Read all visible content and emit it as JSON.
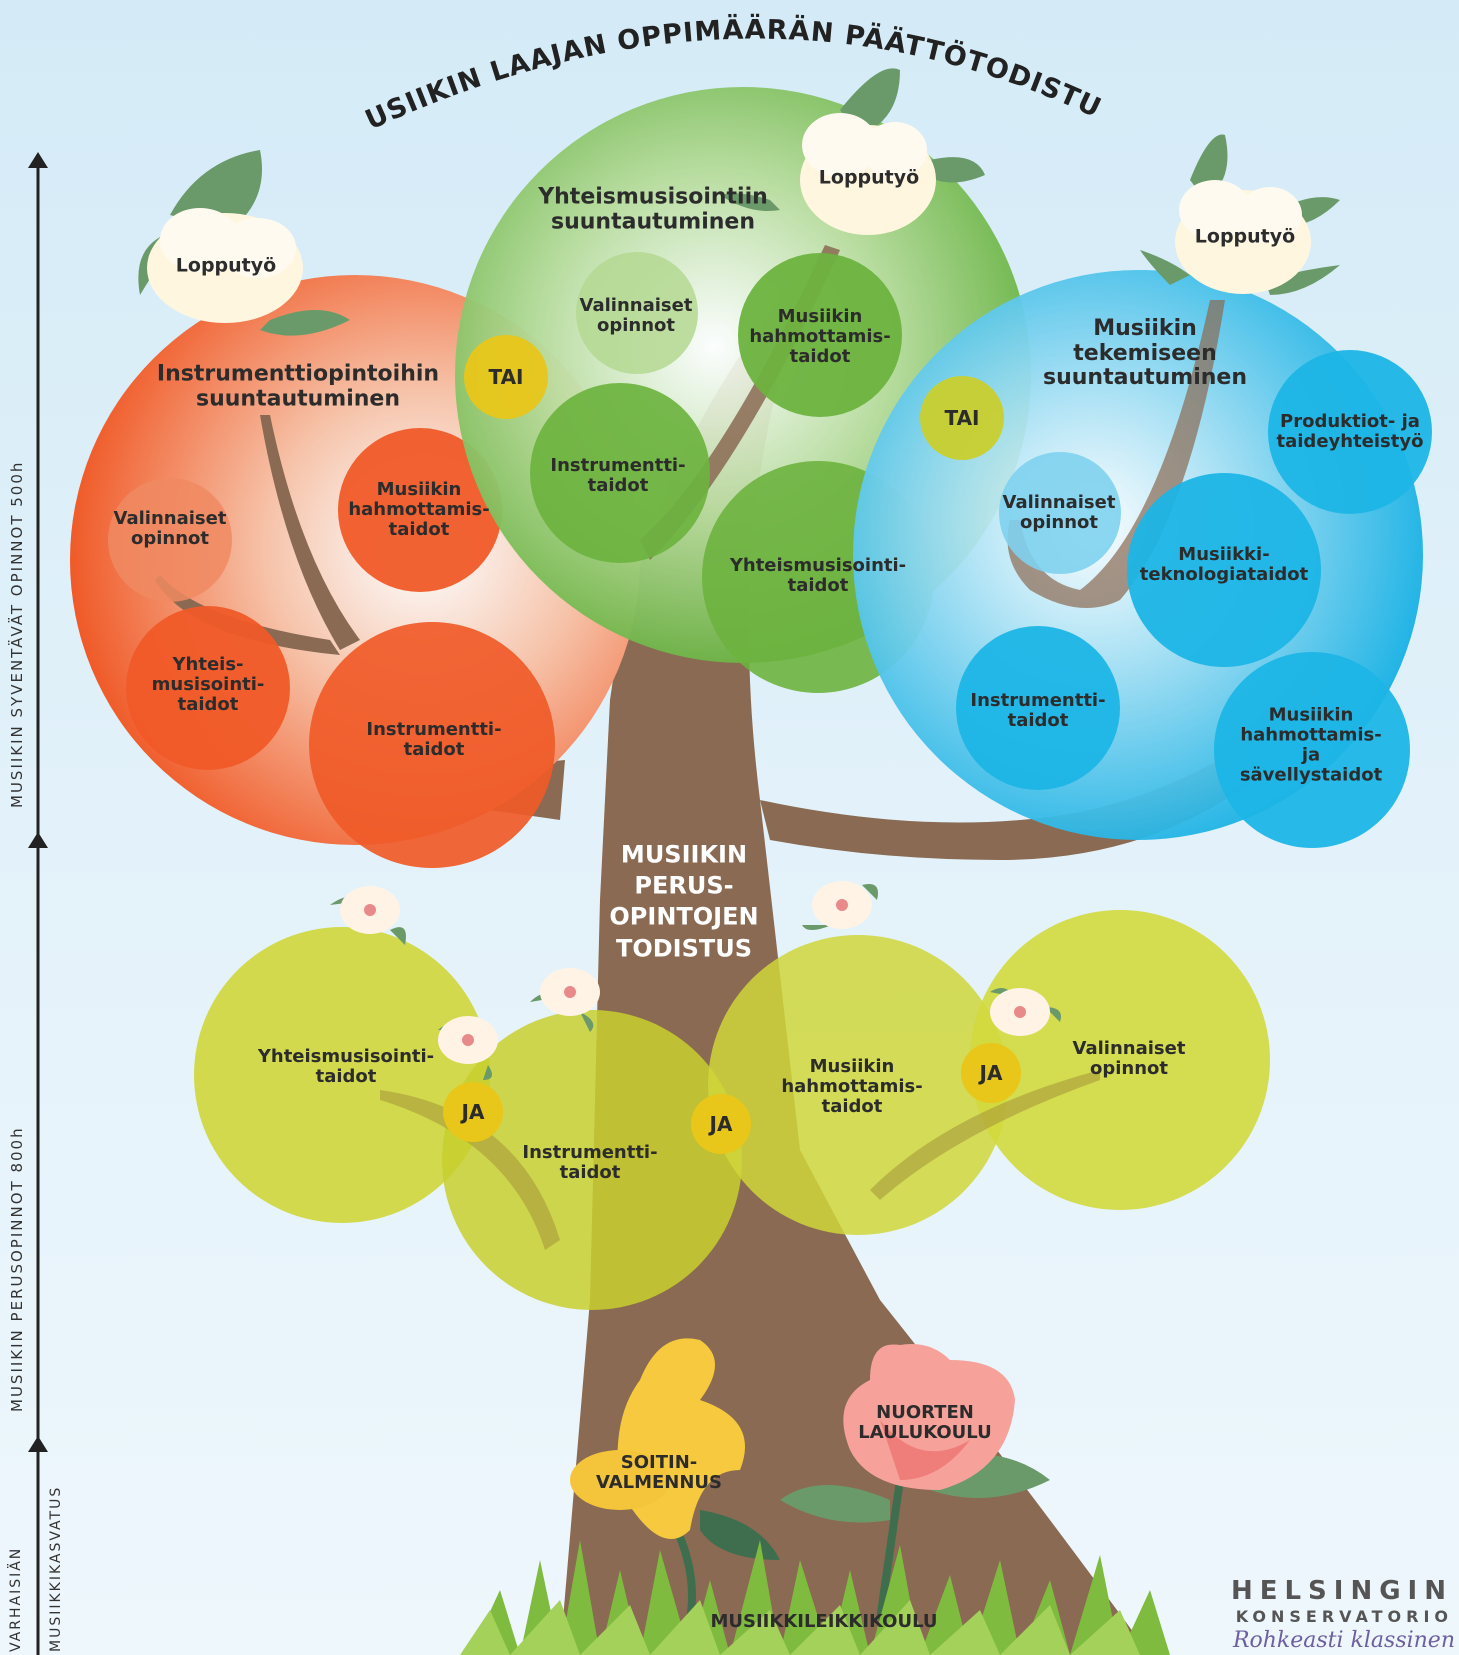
{
  "title": "MUSIIKIN LAAJAN OPPIMÄÄRÄN PÄÄTTÖTODISTUS",
  "axis": {
    "upper": "MUSIIKIN SYVENTÄVÄT OPINNOT 500h",
    "middle": "MUSIIKIN PERUSOPINNOT 800h",
    "bottom_a": "VARHAISIÄN",
    "bottom_b": "MUSIIKKIKASVATUS"
  },
  "trunk_label": "MUSIIKIN\nPERUS-\nOPINTOJEN\nTODISTUS",
  "connectors": {
    "tai": "TAI",
    "ja": "JA"
  },
  "lopputyo": "Lopputyö",
  "crowns": {
    "orange": {
      "title": "Instrumenttiopintoihin\nsuuntautuminen",
      "items": [
        "Valinnaiset\nopinnot",
        "Musiikin\nhahmottamis-\ntaidot",
        "Yhteis-\nmusisointi-\ntaidot",
        "Instrumentti-\ntaidot"
      ]
    },
    "green": {
      "title": "Yhteismusisointiin\nsuuntautuminen",
      "items": [
        "Valinnaiset\nopinnot",
        "Musiikin\nhahmottamis-\ntaidot",
        "Instrumentti-\ntaidot",
        "Yhteismusisointi-\ntaidot"
      ]
    },
    "blue": {
      "title": "Musiikin\ntekemiseen\nsuuntautuminen",
      "items": [
        "Produktiot- ja\ntaideyhteistyö",
        "Valinnaiset\nopinnot",
        "Musiikki-\nteknologiataidot",
        "Instrumentti-\ntaidot",
        "Musiikin\nhahmottamis-\nja\nsävellystaidot"
      ]
    }
  },
  "basic": [
    "Yhteismusisointi-\ntaidot",
    "Instrumentti-\ntaidot",
    "Musiikin\nhahmottamis-\ntaidot",
    "Valinnaiset\nopinnot"
  ],
  "flowers": {
    "yellow": "SOITIN-\nVALMENNUS",
    "pink": "NUORTEN\nLAULUKOULU",
    "ground": "MUSIIKKILEIKKIKOULU"
  },
  "logo": {
    "line1": "HELSINGIN",
    "line2": "KONSERVATORIO",
    "tagline": "Rohkeasti klassinen"
  },
  "colors": {
    "orange": "#f05a28",
    "green": "#6db33f",
    "blue": "#1cb5e6",
    "lime": "#cfd63a",
    "yellowDot": "#e8c61a",
    "trunk": "#8a6a52"
  }
}
